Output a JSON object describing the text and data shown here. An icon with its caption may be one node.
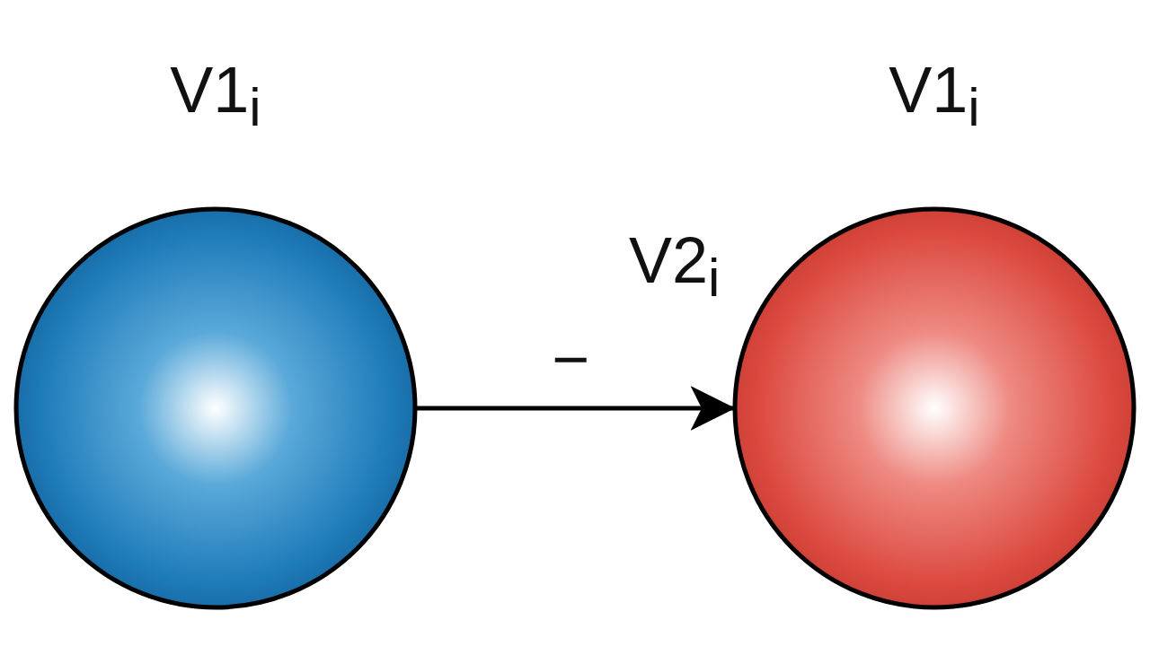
{
  "diagram": {
    "nodes": [
      {
        "text": [
          "V1$_{i}$"
        ]
      },
      {
        "text": [
          "V1$_{i}$"
        ]
      }
    ],
    "edges": [
      {
        "from": 0,
        "to": 1,
        "arrow": "to",
        "label": "−"
      }
    ],
    "labels": [
      "V2$_{i}$"
    ]
  }
}
